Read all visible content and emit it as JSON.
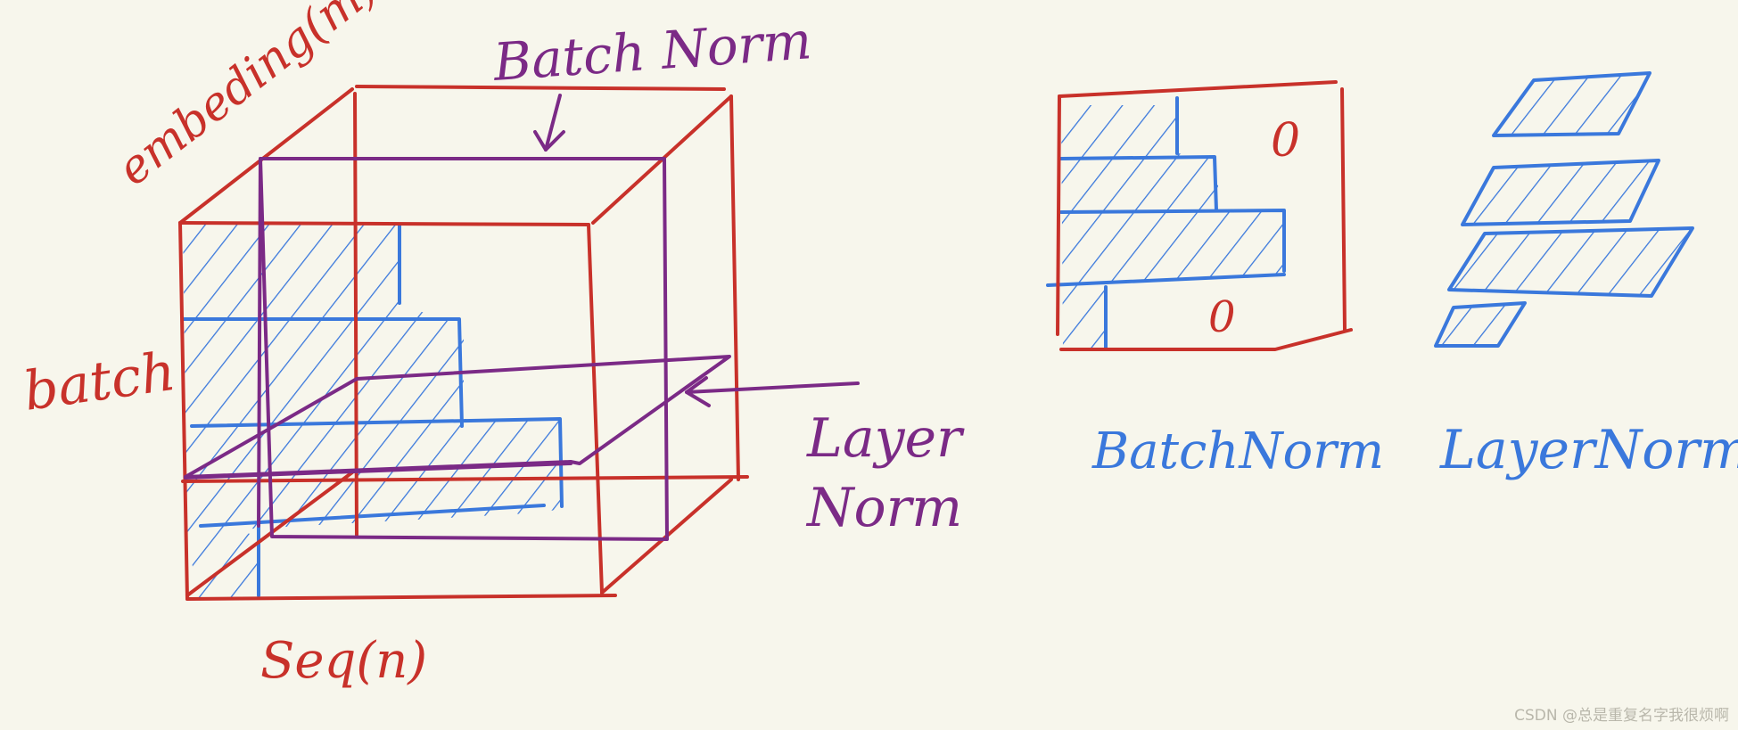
{
  "colors": {
    "background": "#f7f6ec",
    "red": "#c8312a",
    "blue": "#3a78dc",
    "purple": "#7b2a86",
    "watermark": "#b9b7ab"
  },
  "labels": {
    "embedding_axis": "embeding(m)",
    "batch_axis": "batch",
    "seq_axis": "Seq(n)",
    "batch_norm_top": "Batch Norm",
    "layer_norm_left": [
      "Layer",
      "Norm"
    ],
    "batchnorm_panel": "BatchNorm",
    "layernorm_panel": "LayerNorm",
    "zero_top": "0",
    "zero_bottom": "0"
  },
  "watermark": "CSDN @总是重复名字我很烦啊"
}
